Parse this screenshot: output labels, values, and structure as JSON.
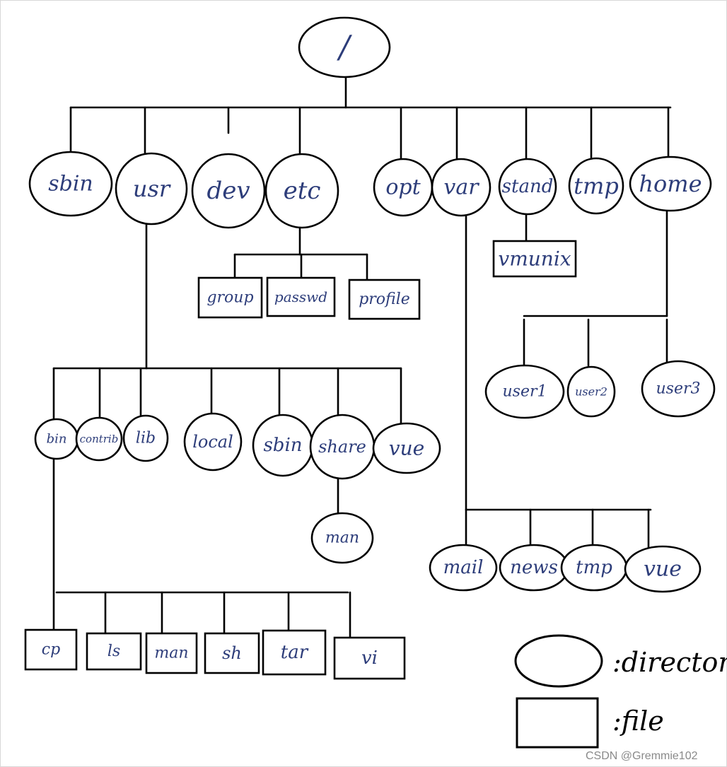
{
  "tree": {
    "root": "/",
    "top_dirs": [
      "sbin",
      "usr",
      "dev",
      "etc",
      "opt",
      "var",
      "stand",
      "tmp",
      "home"
    ],
    "etc_files": [
      "group",
      "passwd",
      "profile"
    ],
    "stand_files": [
      "vmunix"
    ],
    "home_dirs": [
      "user1",
      "user2",
      "user3"
    ],
    "usr_dirs": [
      "bin",
      "contrib",
      "lib",
      "local",
      "sbin",
      "share",
      "vue"
    ],
    "share_dirs": [
      "man"
    ],
    "var_dirs": [
      "mail",
      "news",
      "tmp",
      "vue"
    ],
    "bin_files": [
      "cp",
      "ls",
      "man",
      "sh",
      "tar",
      "vi"
    ]
  },
  "legend": {
    "directory": ":directory",
    "file": ":file"
  },
  "watermark": "CSDN @Gremmie102",
  "colors": {
    "label": "#2d3d7a",
    "line": "#000000"
  }
}
